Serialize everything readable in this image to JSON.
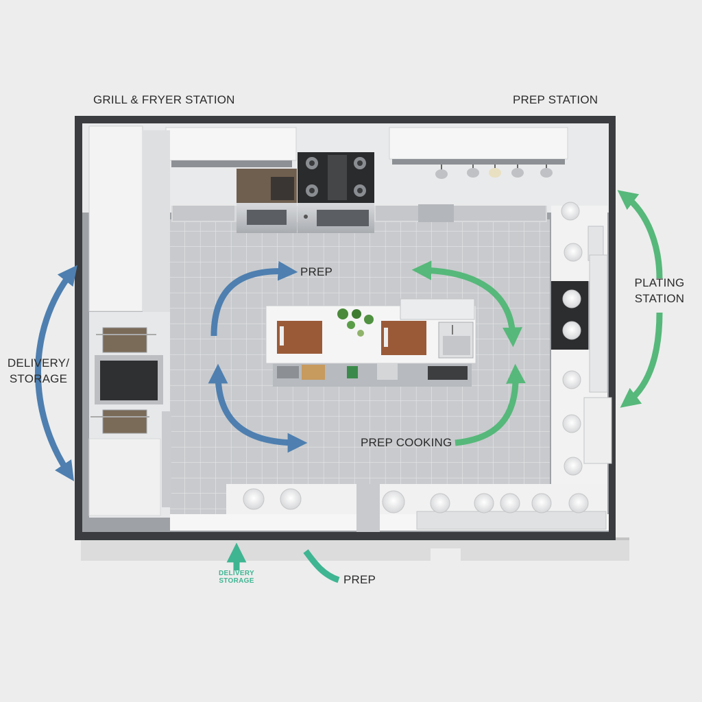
{
  "labels": {
    "grill_fryer": "GRILL & FRYER STATION",
    "prep_station": "PREP STATION",
    "plating_line1": "PLATING",
    "plating_line2": "STATION",
    "delivery_line1": "DELIVERY/",
    "delivery_line2": "STORAGE",
    "prep_top": "PREP",
    "prep_cooking": "PREP COOKING",
    "prep_bottom": "PREP",
    "entrance_line1": "DELIVERY",
    "entrance_line2": "STORAGE"
  },
  "colors": {
    "blue_flow": "#4e7fb0",
    "green_flow": "#56b87a",
    "teal_flow": "#3fb592",
    "wall": "#3a3c3f",
    "floor": "#c9cbce",
    "counter": "#f4f4f4",
    "steel": "#b9bcc0",
    "cutting_board": "#9a5a38"
  },
  "icons": [
    "range-burner-icon",
    "fryer-icon",
    "oven-icon",
    "heat-lamp-icon",
    "plate-icon",
    "sink-icon",
    "herb-pot-icon",
    "cutting-board-icon"
  ]
}
